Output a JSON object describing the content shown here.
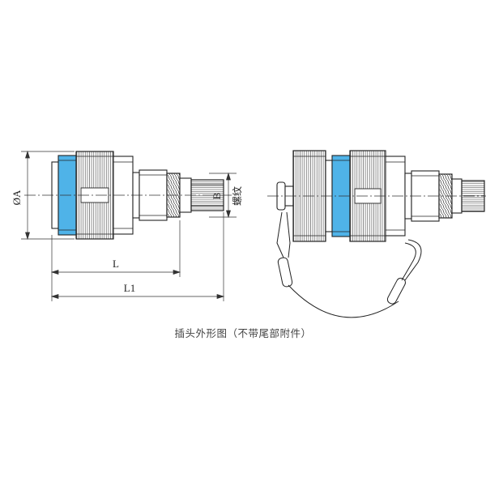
{
  "dimensions": {
    "diameter_label": "ØA",
    "length_label": "L",
    "overall_length_label": "L1",
    "thread_dia_label": "B",
    "thread_label": "螺纹"
  },
  "caption": "插头外形图（不带尾部附件）",
  "colors": {
    "line": "#222222",
    "accent_band": "#4fb3e8",
    "background": "#ffffff"
  }
}
